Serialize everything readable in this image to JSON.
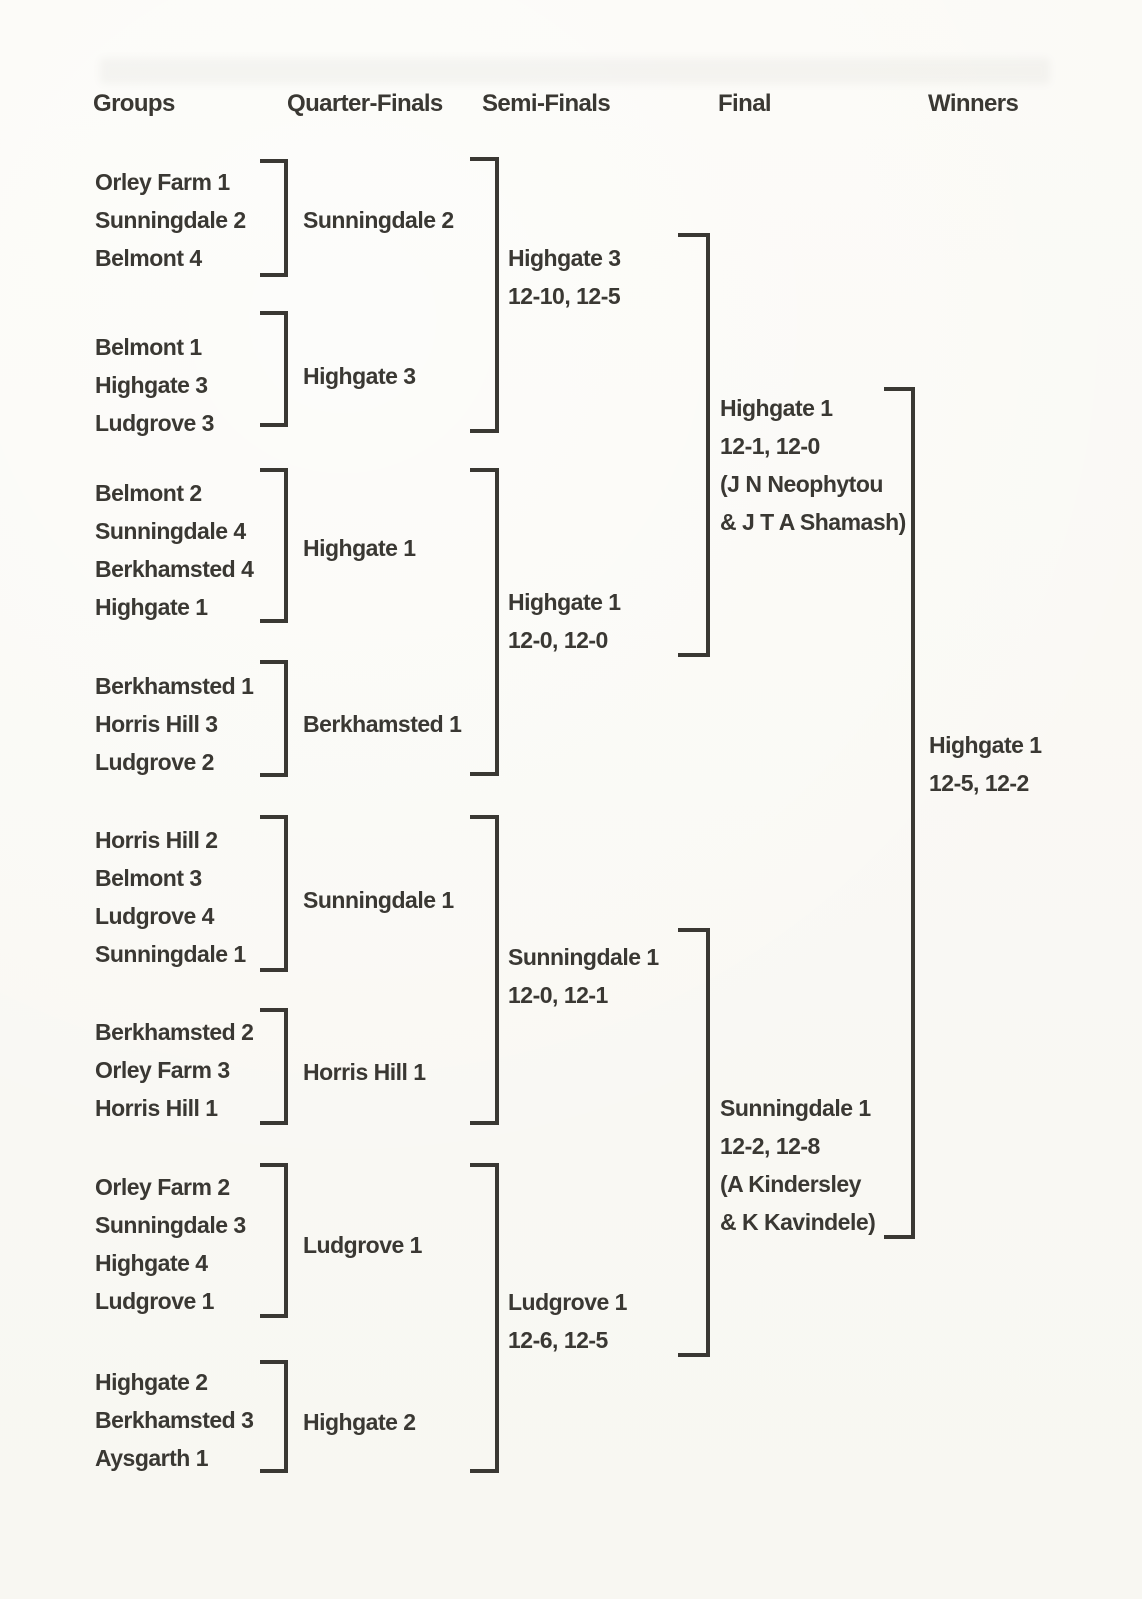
{
  "headers": {
    "groups": "Groups",
    "quarter_finals": "Quarter-Finals",
    "semi_finals": "Semi-Finals",
    "final": "Final",
    "winners": "Winners"
  },
  "groups": [
    {
      "teams": [
        "Orley Farm 1",
        "Sunningdale 2",
        "Belmont 4"
      ]
    },
    {
      "teams": [
        "Belmont 1",
        "Highgate 3",
        "Ludgrove 3"
      ]
    },
    {
      "teams": [
        "Belmont 2",
        "Sunningdale 4",
        "Berkhamsted 4",
        "Highgate 1"
      ]
    },
    {
      "teams": [
        "Berkhamsted 1",
        "Horris Hill 3",
        "Ludgrove 2"
      ]
    },
    {
      "teams": [
        "Horris Hill 2",
        "Belmont 3",
        "Ludgrove 4",
        "Sunningdale 1"
      ]
    },
    {
      "teams": [
        "Berkhamsted 2",
        "Orley Farm 3",
        "Horris Hill 1"
      ]
    },
    {
      "teams": [
        "Orley Farm 2",
        "Sunningdale 3",
        "Highgate 4",
        "Ludgrove 1"
      ]
    },
    {
      "teams": [
        "Highgate 2",
        "Berkhamsted 3",
        "Aysgarth 1"
      ]
    }
  ],
  "quarter_finals": [
    {
      "winner": "Sunningdale 2"
    },
    {
      "winner": "Highgate 3"
    },
    {
      "winner": "Highgate 1"
    },
    {
      "winner": "Berkhamsted 1"
    },
    {
      "winner": "Sunningdale 1"
    },
    {
      "winner": "Horris Hill 1"
    },
    {
      "winner": "Ludgrove 1"
    },
    {
      "winner": "Highgate 2"
    }
  ],
  "semi_finals": [
    {
      "winner": "Highgate 3",
      "score": "12-10, 12-5"
    },
    {
      "winner": "Highgate 1",
      "score": "12-0, 12-0"
    },
    {
      "winner": "Sunningdale 1",
      "score": "12-0, 12-1"
    },
    {
      "winner": "Ludgrove 1",
      "score": "12-6, 12-5"
    }
  ],
  "finals": [
    {
      "winner": "Highgate 1",
      "score": "12-1, 12-0",
      "players_line1": "(J N Neophytou",
      "players_line2": "& J T A Shamash)"
    },
    {
      "winner": "Sunningdale 1",
      "score": "12-2, 12-8",
      "players_line1": "(A Kindersley",
      "players_line2": "& K Kavindele)"
    }
  ],
  "champion": {
    "winner": "Highgate 1",
    "score": "12-5, 12-2"
  }
}
